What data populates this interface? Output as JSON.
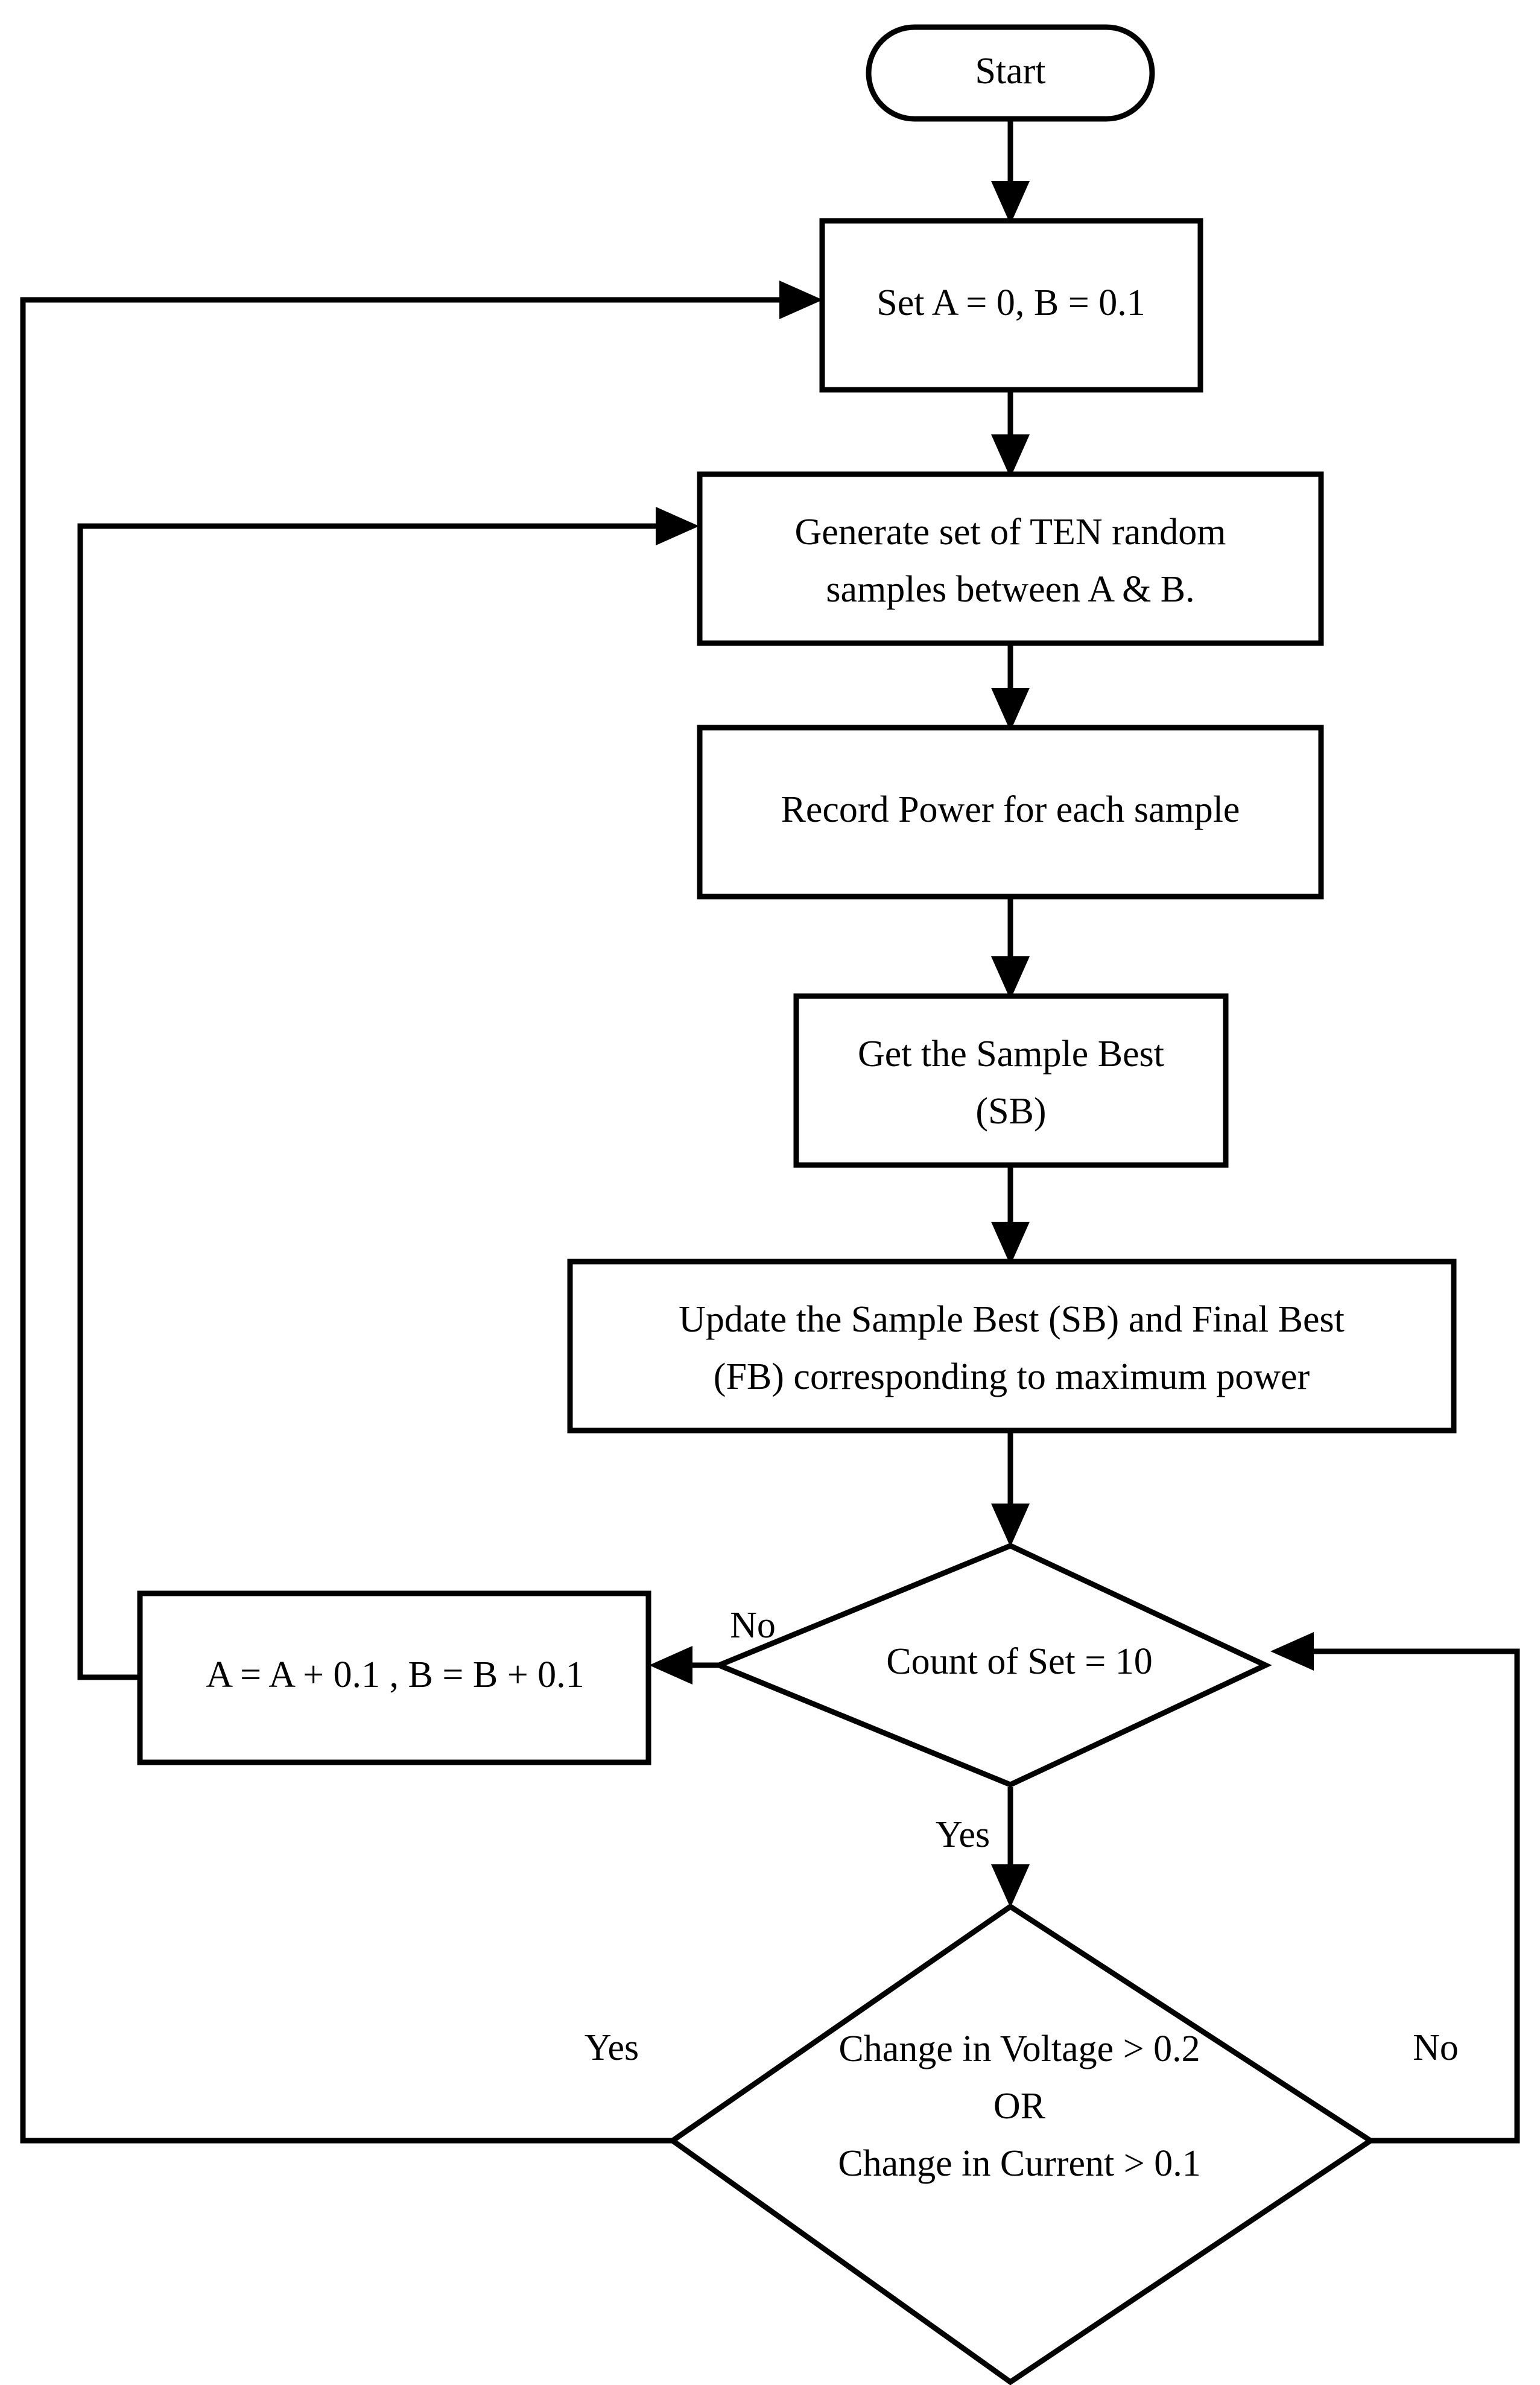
{
  "diagram": {
    "title": "Random search MPPT algorithm flowchart",
    "type": "flowchart",
    "background_color": "#ffffff",
    "line_color": "#000000",
    "fill_color": "#ffffff",
    "nodes": [
      {
        "id": "start",
        "shape": "stadium",
        "lines": [
          "Start"
        ]
      },
      {
        "id": "set-ab",
        "shape": "rectangle",
        "lines": [
          "Set A = 0, B = 0.1"
        ]
      },
      {
        "id": "generate-samples",
        "shape": "rectangle",
        "lines": [
          "Generate set of TEN random",
          "samples between A & B."
        ]
      },
      {
        "id": "record-power",
        "shape": "rectangle",
        "lines": [
          "Record Power for each sample"
        ]
      },
      {
        "id": "get-sample-best",
        "shape": "rectangle",
        "lines": [
          "Get the Sample Best",
          "(SB)"
        ]
      },
      {
        "id": "update-best",
        "shape": "rectangle",
        "lines": [
          "Update the Sample Best (SB) and Final Best",
          "(FB) corresponding to maximum power"
        ]
      },
      {
        "id": "count-of-set",
        "shape": "diamond",
        "lines": [
          "Count of Set = 10"
        ]
      },
      {
        "id": "increment-ab",
        "shape": "rectangle",
        "lines": [
          "A = A + 0.1 , B = B + 0.1"
        ]
      },
      {
        "id": "change-check",
        "shape": "diamond",
        "lines": [
          "Change in Voltage > 0.2",
          "OR",
          "Change in Current > 0.1"
        ]
      }
    ],
    "edge_labels": {
      "count_no": "No",
      "count_yes": "Yes",
      "change_yes": "Yes",
      "change_no": "No"
    }
  }
}
